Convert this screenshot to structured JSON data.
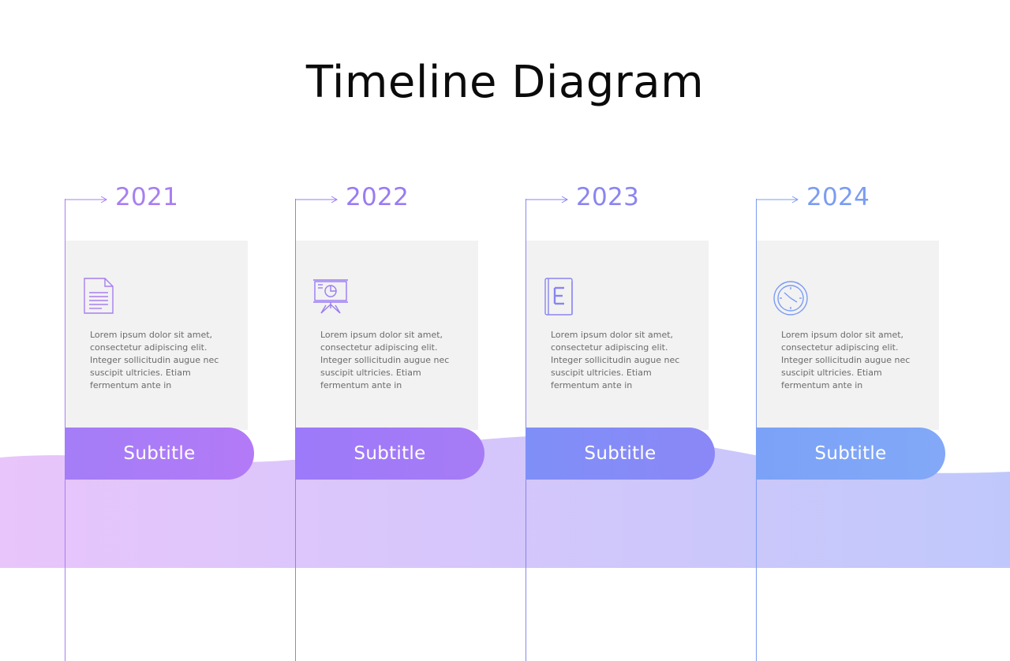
{
  "title": "Timeline Diagram",
  "colors": {
    "wave_left": "#e8c5fb",
    "wave_right": "#c0c8fb",
    "card_bg": "#f2f2f2"
  },
  "items": [
    {
      "year": "2021",
      "icon": "document-icon",
      "color": "#a77ff0",
      "pill_gradient": [
        "#a47df7",
        "#b37af7"
      ],
      "text": "Lorem  ipsum dolor sit amet, consectetur adipiscing elit. Integer sollicitudin augue nec suscipit ultricies. Etiam fermentum  ante in",
      "subtitle": "Subtitle"
    },
    {
      "year": "2022",
      "icon": "presentation-chart-icon",
      "color": "#9a7bf2",
      "pill_gradient": [
        "#9c7af9",
        "#a77bf6"
      ],
      "text": "Lorem  ipsum dolor sit amet, consectetur adipiscing elit. Integer sollicitudin augue nec suscipit ultricies. Etiam fermentum  ante in",
      "subtitle": "Subtitle"
    },
    {
      "year": "2023",
      "icon": "book-icon",
      "color": "#8a85f0",
      "pill_gradient": [
        "#7f8ff8",
        "#8b87f6"
      ],
      "text": "Lorem  ipsum dolor sit amet, consectetur adipiscing elit. Integer sollicitudin augue nec suscipit ultricies. Etiam fermentum  ante in",
      "subtitle": "Subtitle"
    },
    {
      "year": "2024",
      "icon": "clock-icon",
      "color": "#7b9cf3",
      "pill_gradient": [
        "#7ba2f7",
        "#82a8f7"
      ],
      "text": "Lorem  ipsum dolor sit amet, consectetur adipiscing elit. Integer sollicitudin augue nec suscipit ultricies. Etiam fermentum  ante in",
      "subtitle": "Subtitle"
    }
  ]
}
